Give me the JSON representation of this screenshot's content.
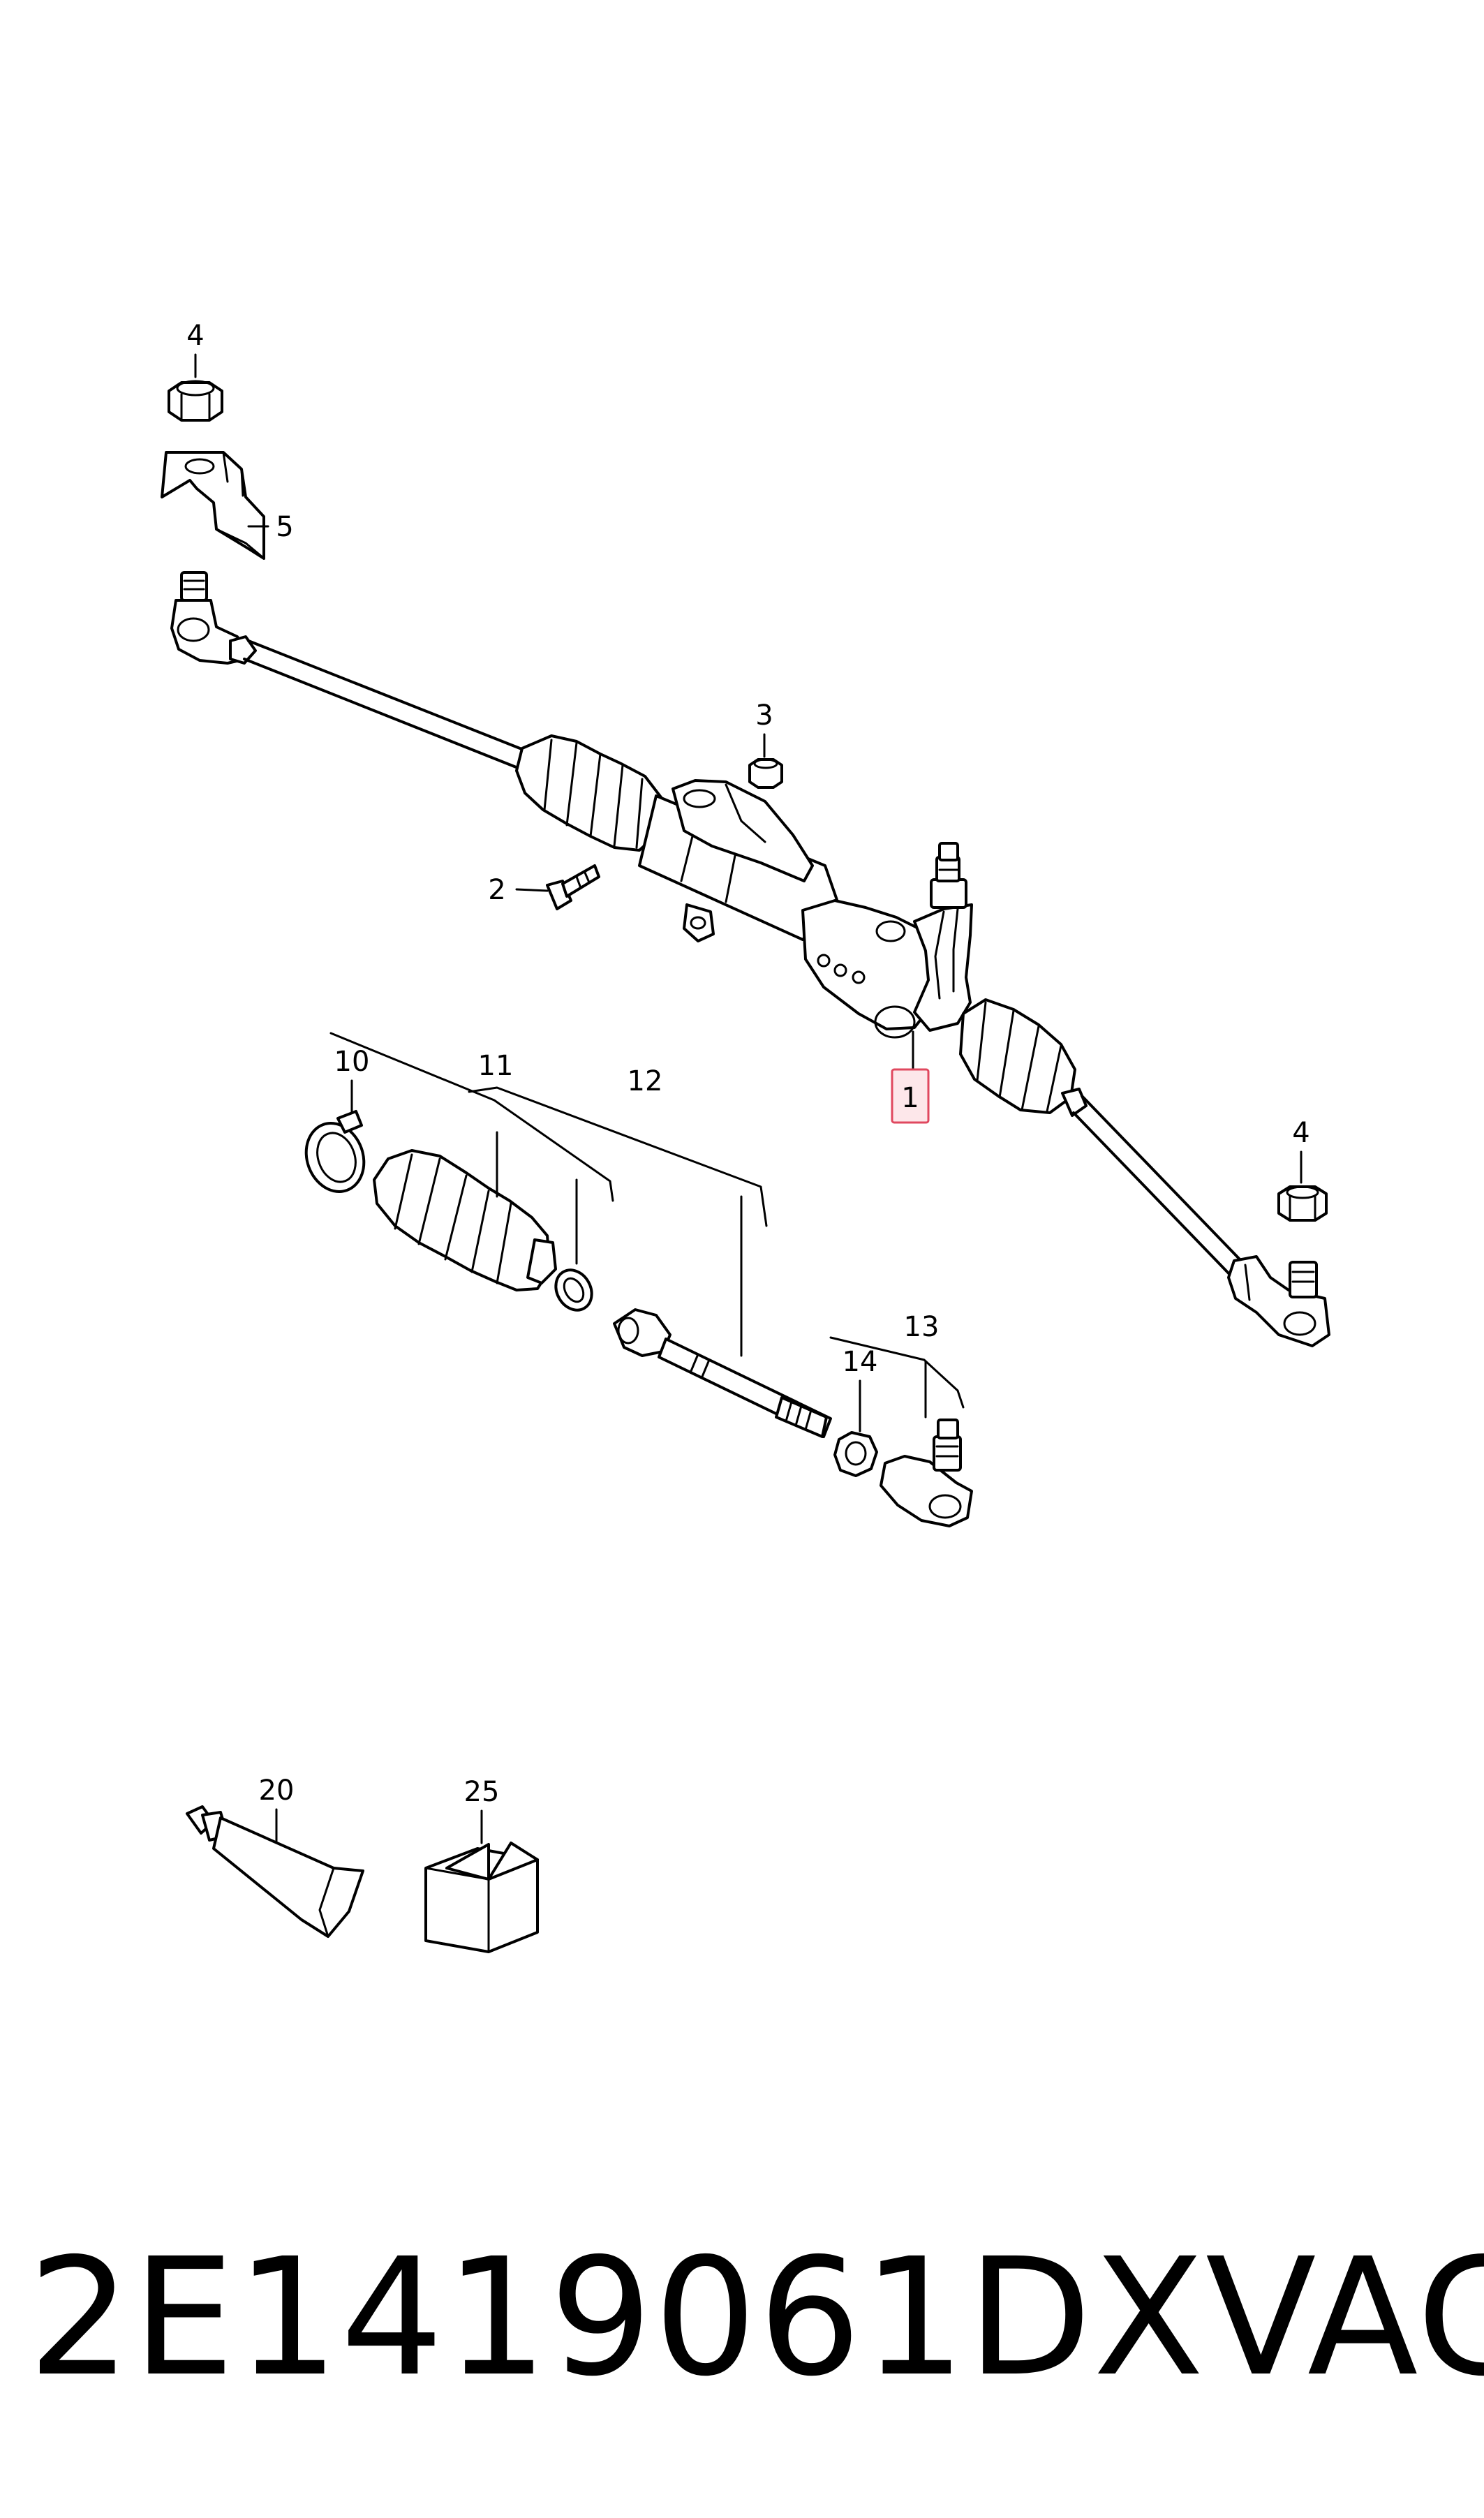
{
  "callouts": {
    "c1": "1",
    "c2": "2",
    "c3": "3",
    "c4a": "4",
    "c4b": "4",
    "c5": "5",
    "c10": "10",
    "c11": "11",
    "c12": "12",
    "c13": "13",
    "c14": "14",
    "c20": "20",
    "c25": "25"
  },
  "highlight": {
    "callout": "1",
    "fill": "#fde7ea",
    "stroke": "#e0485f"
  },
  "footer": {
    "part_number": "2E1419061DX",
    "brand": "VAG"
  }
}
